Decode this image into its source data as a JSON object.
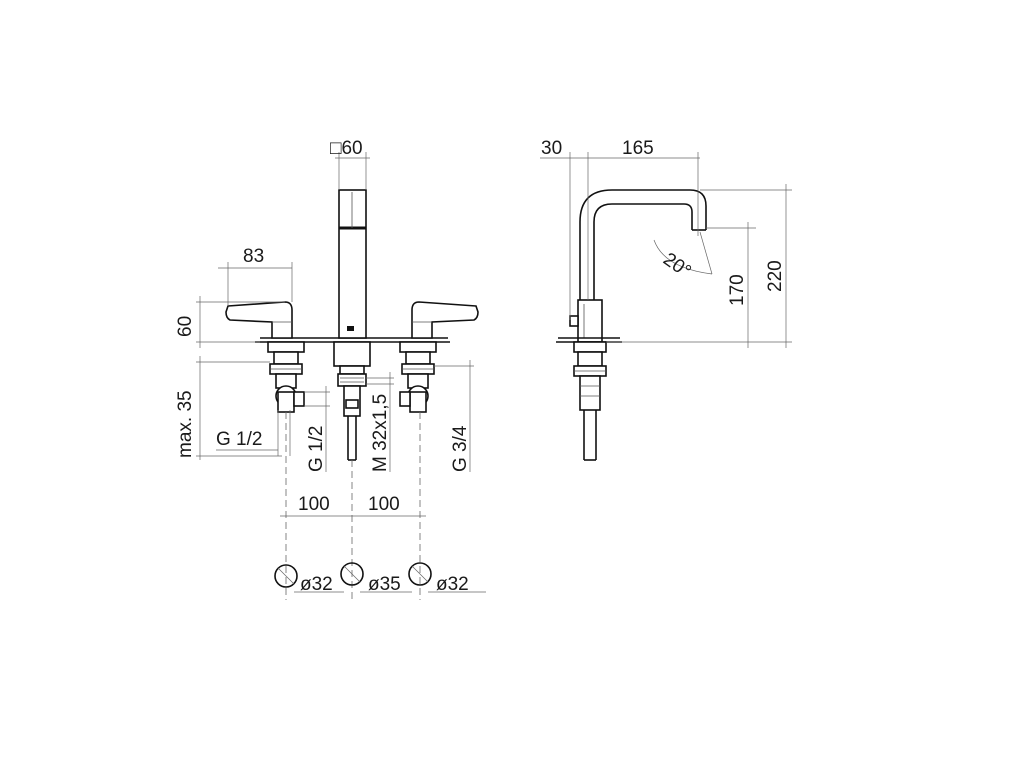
{
  "front_view": {
    "spout_square": "□60",
    "handle_width": "83",
    "handle_height": "60",
    "max_depth": "max. 35",
    "thread_left_horizontal": "G 1/2",
    "thread_center_left": "G 1/2",
    "thread_center": "M 32x1,5",
    "thread_right": "G 3/4",
    "spacing_left": "100",
    "spacing_right": "100",
    "hole_left": "ø32",
    "hole_center": "ø35",
    "hole_right": "ø32"
  },
  "side_view": {
    "offset": "30",
    "reach": "165",
    "angle": "20°",
    "outlet_height": "170",
    "total_height": "220"
  }
}
